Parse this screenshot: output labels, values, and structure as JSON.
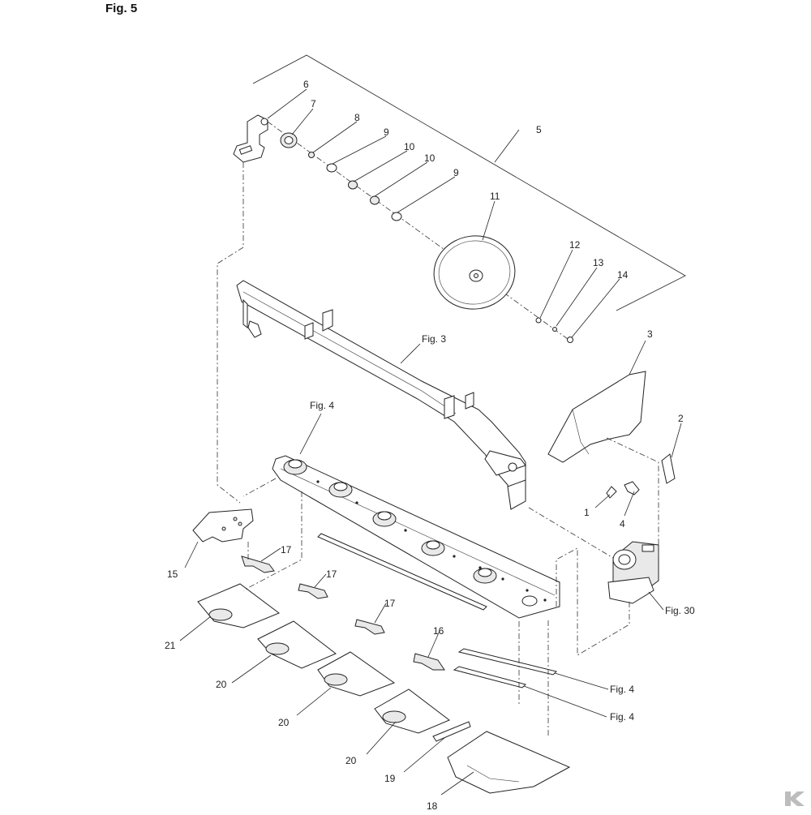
{
  "figure": {
    "title": "Fig. 5"
  },
  "callouts": {
    "c1": "1",
    "c2": "2",
    "c3": "3",
    "c4": "4",
    "c5": "5",
    "c6": "6",
    "c7": "7",
    "c8": "8",
    "c9a": "9",
    "c9b": "9",
    "c10a": "10",
    "c10b": "10",
    "c11": "11",
    "c12": "12",
    "c13": "13",
    "c14": "14",
    "c15": "15",
    "c16": "16",
    "c17a": "17",
    "c17b": "17",
    "c17c": "17",
    "c18": "18",
    "c19": "19",
    "c20a": "20",
    "c20b": "20",
    "c20c": "20",
    "c21": "21"
  },
  "references": {
    "fig3": "Fig. 3",
    "fig4_top": "Fig. 4",
    "fig4_mid": "Fig. 4",
    "fig4_low": "Fig. 4",
    "fig30": "Fig. 30"
  },
  "logo": {
    "icon": "brand-logo-icon",
    "color": "#bdbdbd"
  }
}
